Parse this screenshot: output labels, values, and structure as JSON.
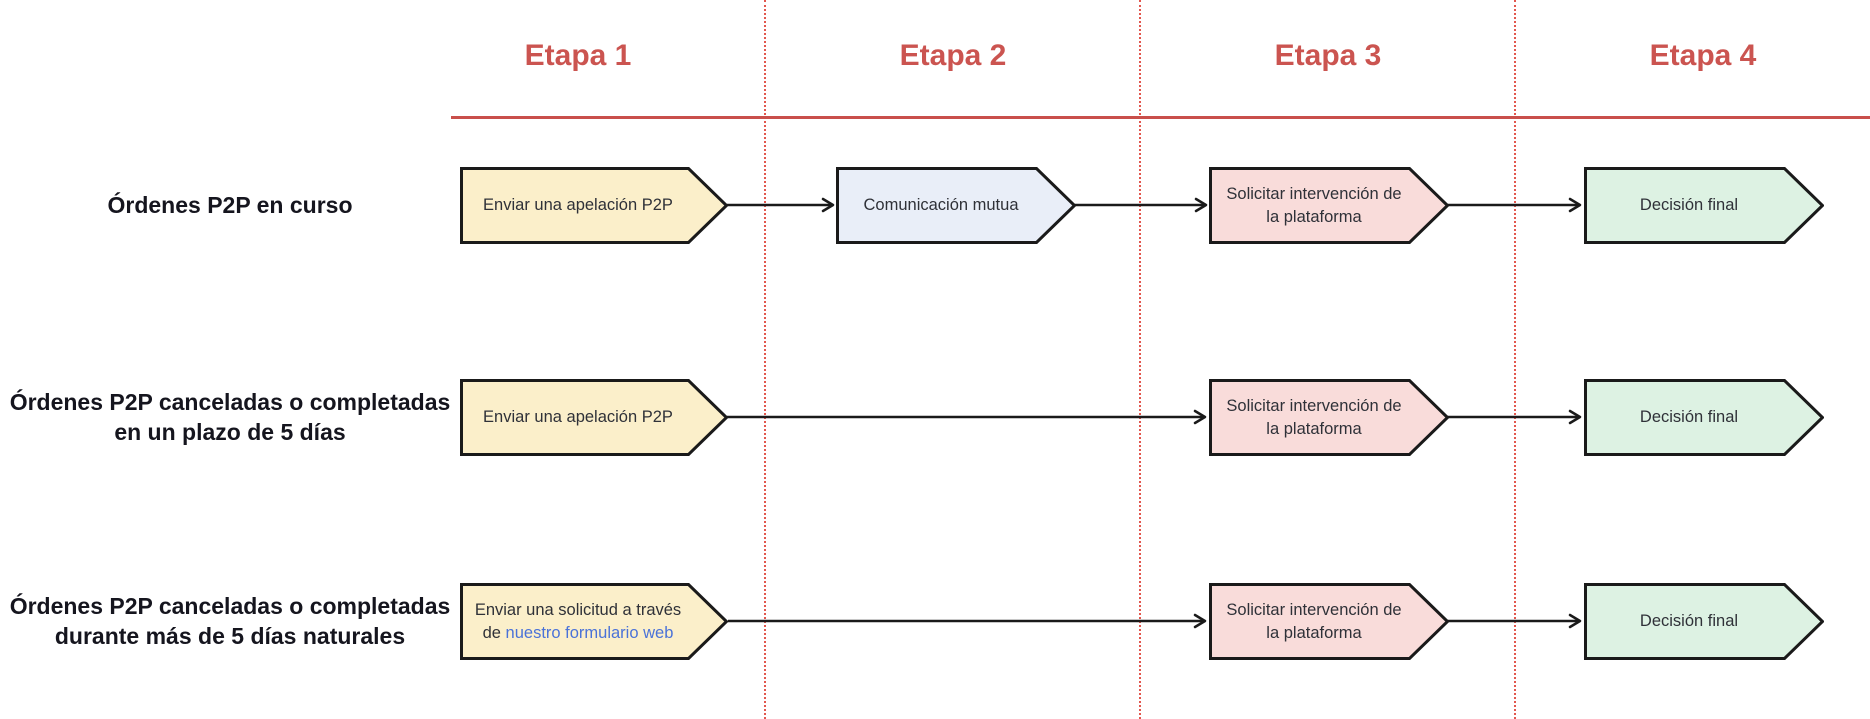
{
  "colors": {
    "stage_red": "#cb5450",
    "rule_red": "#c94f4b",
    "separator_red": "#e2574e",
    "box_border": "#1a1a1a",
    "arrow_black": "#1a1a1a",
    "fill_yellow": "#fbefca",
    "fill_blue": "#e9eef8",
    "fill_pink": "#f9dcda",
    "fill_green": "#ddf2e3",
    "link_blue": "#4a72d8",
    "label_color": "#15151e",
    "box_text_color": "#2f3138"
  },
  "stages": [
    {
      "label": "Etapa 1"
    },
    {
      "label": "Etapa 2"
    },
    {
      "label": "Etapa 3"
    },
    {
      "label": "Etapa 4"
    }
  ],
  "rows": [
    {
      "label": "Órdenes P2P en curso",
      "steps": [
        {
          "text": "Enviar una apelación P2P"
        },
        {
          "text": "Comunicación mutua"
        },
        {
          "text": "Solicitar intervención de\nla plataforma"
        },
        {
          "text": "Decisión final"
        }
      ]
    },
    {
      "label": "Órdenes P2P canceladas o completadas\nen un plazo de 5 días",
      "steps": [
        {
          "text": "Enviar una apelación P2P"
        },
        {
          "text": "Solicitar intervención de\nla plataforma"
        },
        {
          "text": "Decisión final"
        }
      ]
    },
    {
      "label": "Órdenes P2P canceladas o completadas\ndurante más de 5 días naturales",
      "steps": [
        {
          "line1": "Enviar una solicitud a través",
          "line2_prefix": "de ",
          "link_text": "nuestro formulario web"
        },
        {
          "text": "Solicitar intervención de\nla plataforma"
        },
        {
          "text": "Decisión final"
        }
      ]
    }
  ]
}
